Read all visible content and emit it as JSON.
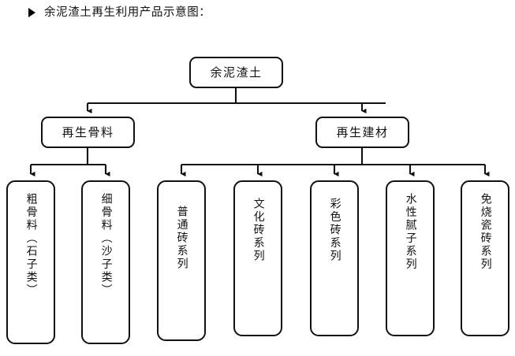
{
  "heading": {
    "bullet_icon": "black-right-triangle-icon",
    "text": "余泥渣土再生利用产品示意图："
  },
  "colors": {
    "stroke": "#111111",
    "background": "#ffffff",
    "text": "#111111"
  },
  "diagram": {
    "type": "flowchart-tree",
    "root": {
      "label": "余泥渣土"
    },
    "level2": [
      {
        "label": "再生骨料"
      },
      {
        "label": "再生建材"
      }
    ],
    "leaves_aggregate": [
      {
        "label": "粗骨料（石子类）"
      },
      {
        "label": "细骨料（沙子类）"
      }
    ],
    "leaves_materials": [
      {
        "label": "普通砖系列"
      },
      {
        "label": "文化砖系列"
      },
      {
        "label": "彩色砖系列"
      },
      {
        "label": "水性腻子系列"
      },
      {
        "label": "免烧瓷砖系列"
      }
    ]
  }
}
